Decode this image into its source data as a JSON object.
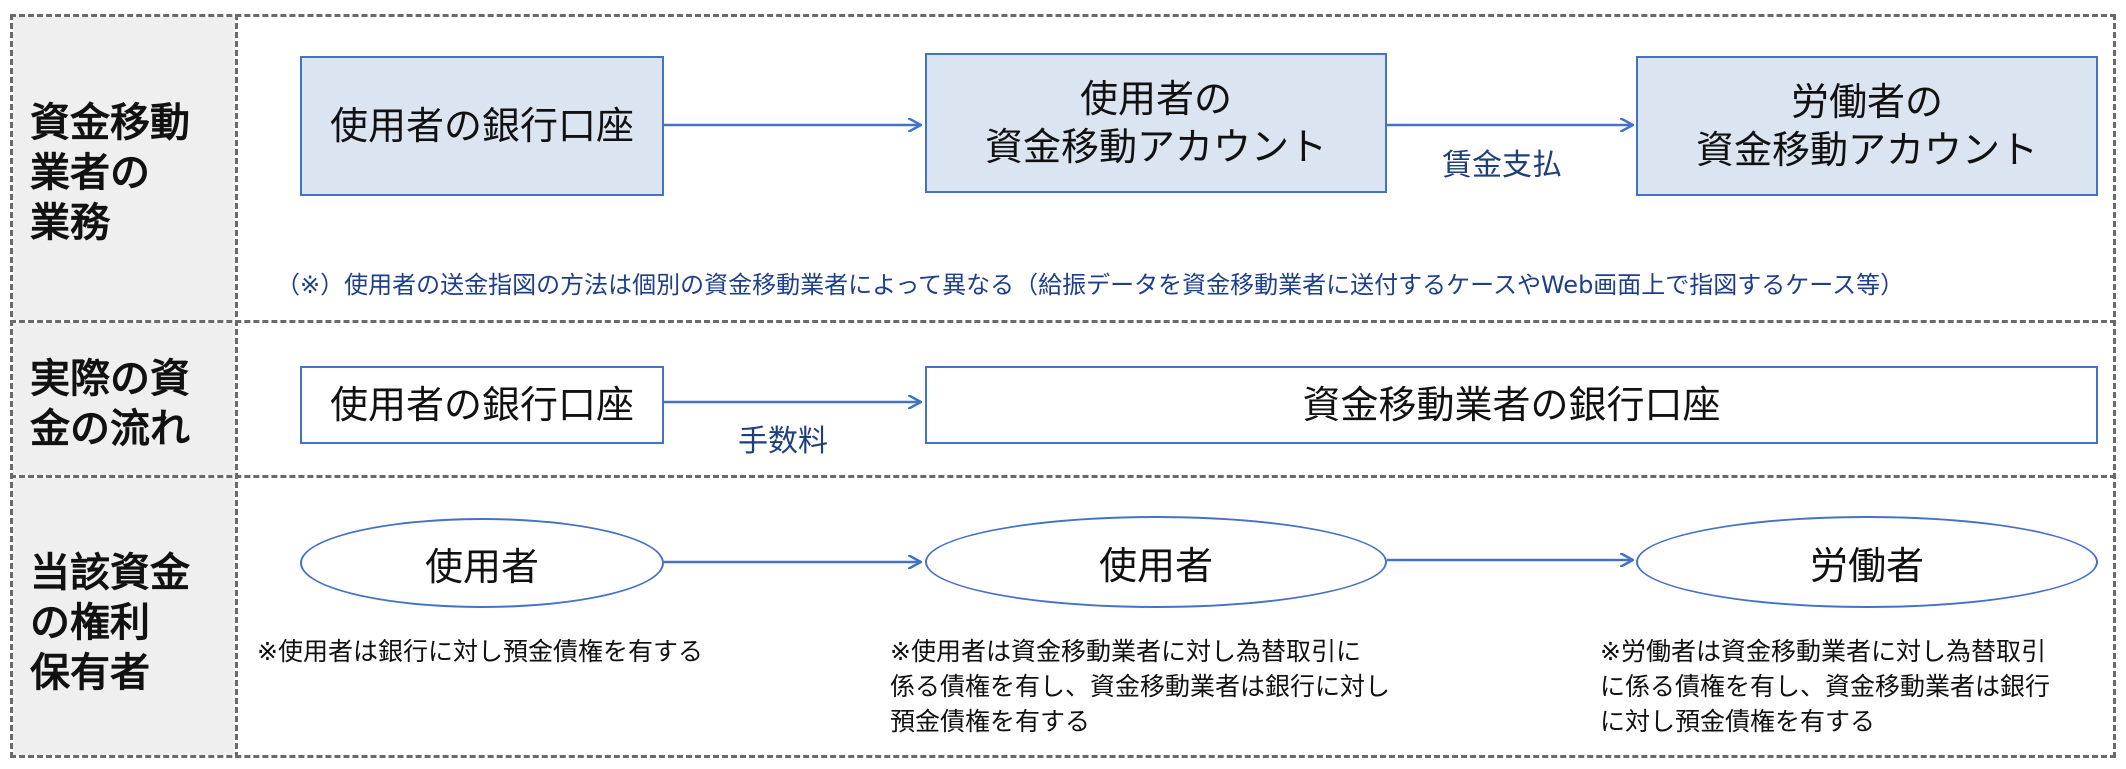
{
  "rows": {
    "row1": {
      "label": "資金移動\n業者の\n業務",
      "box1": "使用者の銀行口座",
      "box2": "使用者の\n資金移動アカウント",
      "box3": "労働者の\n資金移動アカウント",
      "edge_wage": "賃金支払",
      "note": "（※）使用者の送金指図の方法は個別の資金移動業者によって異なる（給振データを資金移動業者に送付するケースやWeb画面上で指図するケース等）"
    },
    "row2": {
      "label": "実際の資\n金の流れ",
      "box1": "使用者の銀行口座",
      "box2": "資金移動業者の銀行口座",
      "edge_fee": "手数料"
    },
    "row3": {
      "label": "当該資金\nの権利\n保有者",
      "ellipse1": "使用者",
      "ellipse2": "使用者",
      "ellipse3": "労働者",
      "note1": "※使用者は銀行に対し預金債権を有する",
      "note2": "※使用者は資金移動業者に対し為替取引に\n係る債権を有し、資金移動業者は銀行に対し\n預金債権を有する",
      "note3": "※労働者は資金移動業者に対し為替取引\nに係る債権を有し、資金移動業者は銀行\nに対し預金債権を有する"
    }
  },
  "colors": {
    "box_border": "#4472c4",
    "box_fill": "#dbe4f1",
    "arrow": "#4472c4",
    "label_bg": "#efefef"
  }
}
